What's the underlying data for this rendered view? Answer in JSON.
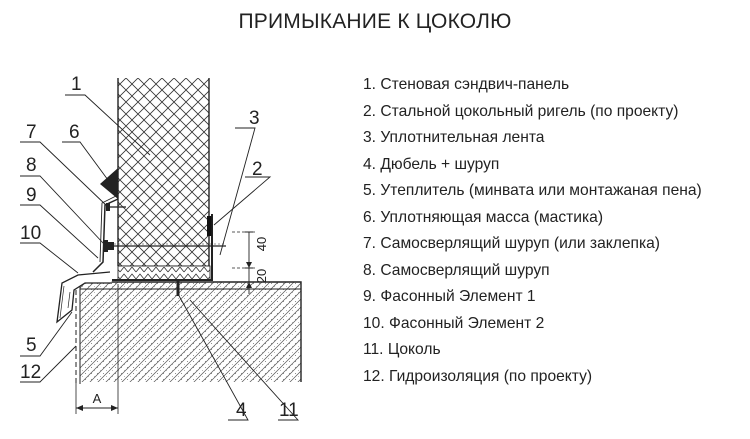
{
  "title": "ПРИМЫКАНИЕ К ЦОКОЛЮ",
  "legend": [
    "1. Стеновая сэндвич-панель",
    "2. Стальной цокольный ригель (по проекту)",
    "3. Уплотнительная лента",
    "4. Дюбель + шуруп",
    "5. Утеплитель (минвата или монтажаная пена)",
    "6. Уплотняющая масса (мастика)",
    "7. Самосверлящий шуруп (или заклепка)",
    "8. Самосверлящий шуруп",
    "9. Фасонный Элемент 1",
    "10. Фасонный Элемент 2",
    "11. Цоколь",
    "12. Гидроизоляция (по проекту)"
  ],
  "callouts": [
    "1",
    "2",
    "3",
    "4",
    "5",
    "6",
    "7",
    "8",
    "9",
    "10",
    "11",
    "12"
  ],
  "dimensions": {
    "d40": "40",
    "d20": "20",
    "dA": "A"
  },
  "colors": {
    "line": "#222222",
    "background": "#ffffff"
  }
}
